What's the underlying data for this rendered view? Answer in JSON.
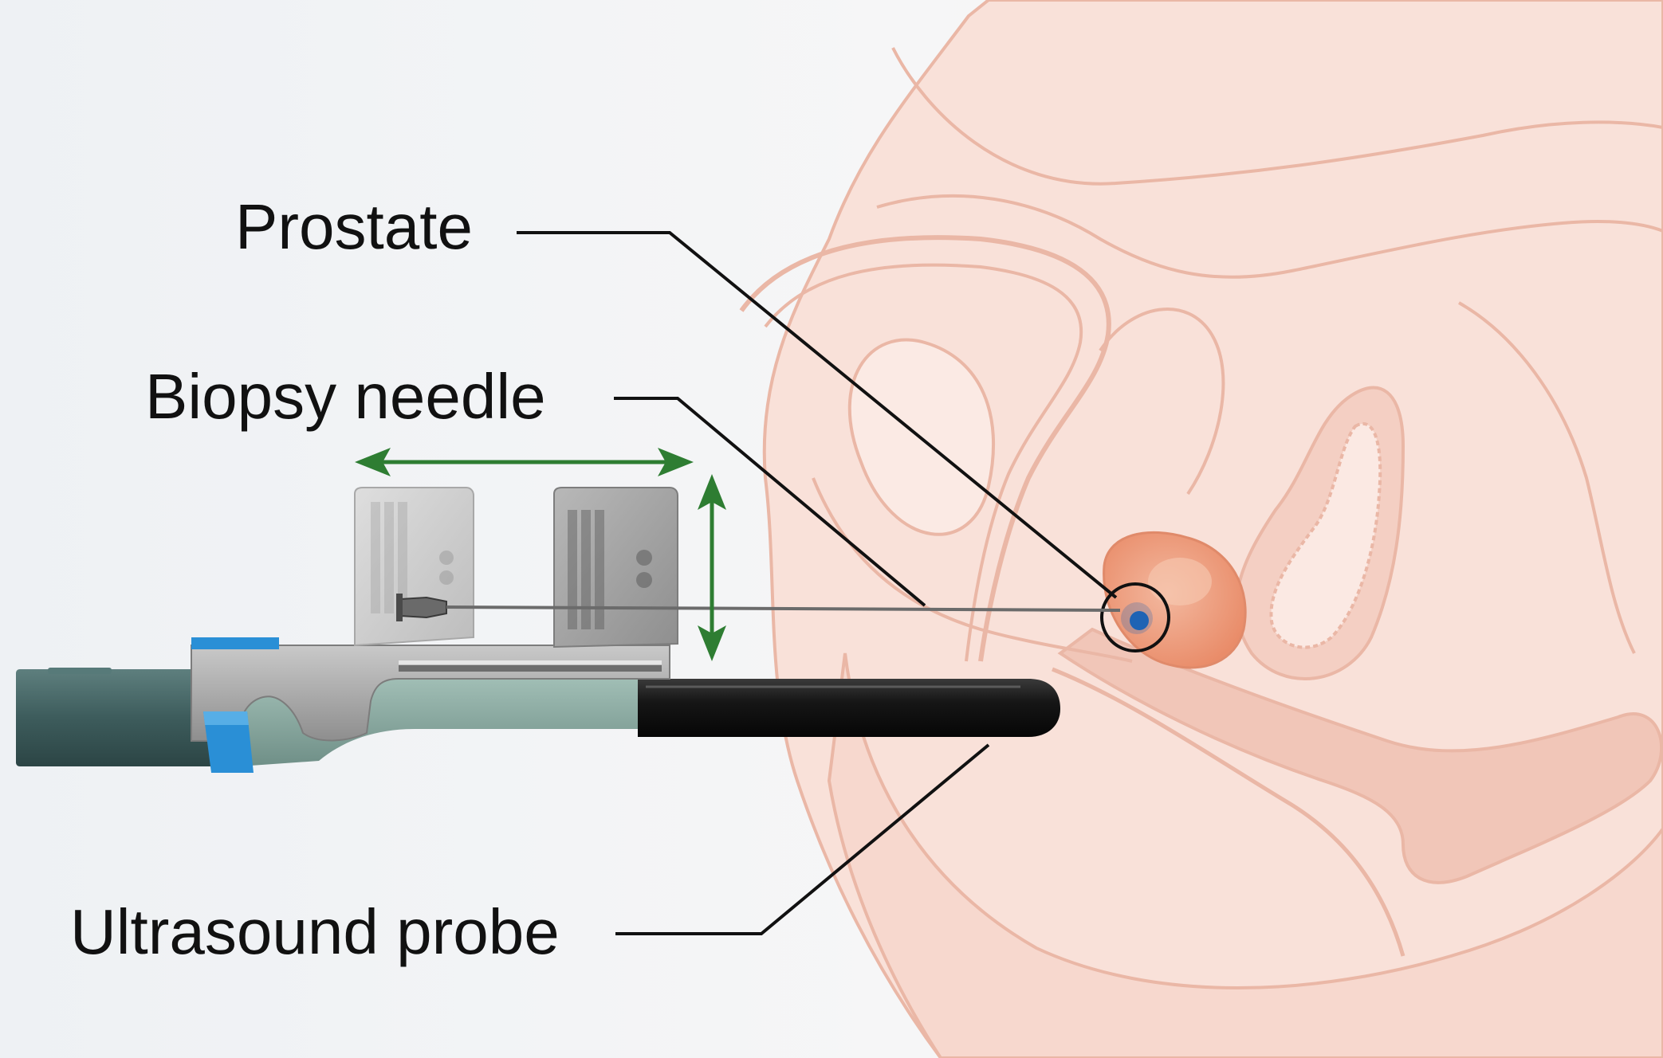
{
  "labels": {
    "prostate": "Prostate",
    "biopsy_needle": "Biopsy needle",
    "ultrasound_probe": "Ultrasound probe"
  },
  "colors": {
    "background": "#f1f3f5",
    "anatomy_fill": "#f6d5cb",
    "anatomy_stroke": "#eab7a6",
    "prostate_fill": "#efa383",
    "lesion": "#1e63b4",
    "probe_handle": "#3f5f5f",
    "probe_tip": "#1a1a1a",
    "guide_template": "#c9c9c9",
    "clip_blue": "#2a8fd6",
    "arrow_green": "#2e7d32",
    "leader_line": "#111111"
  },
  "icons": [
    "double-arrow-horizontal",
    "double-arrow-vertical"
  ]
}
